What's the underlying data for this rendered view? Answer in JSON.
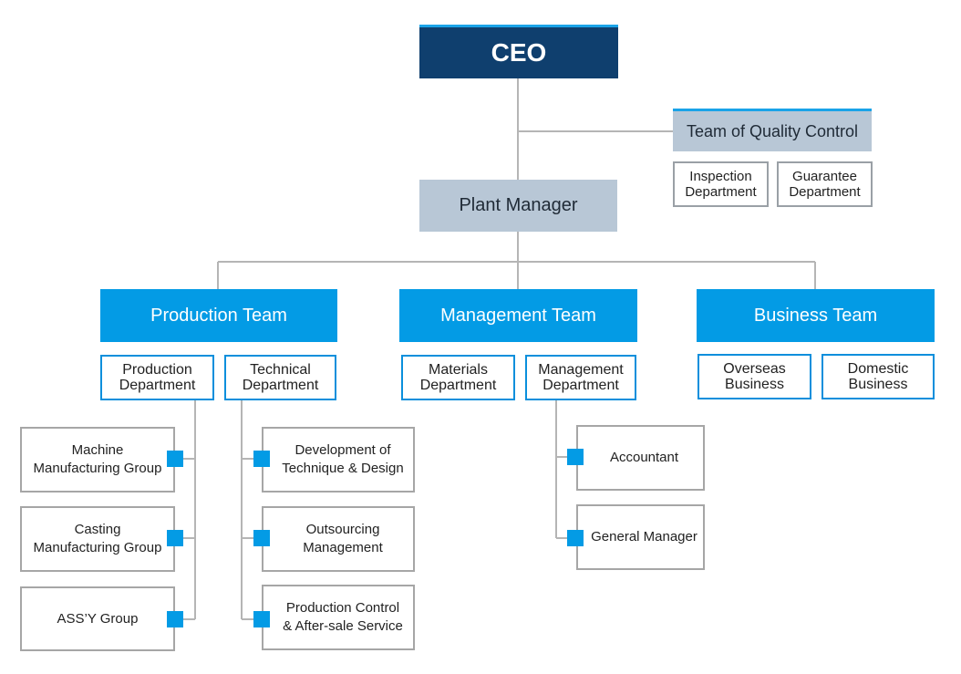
{
  "colors": {
    "ceo_bg": "#0f3f6e",
    "accent": "#039be5",
    "light_box": "#b8c7d6",
    "connector": "#b5b5b5"
  },
  "ceo": "CEO",
  "quality": {
    "title": "Team of Quality Control",
    "inspection": "Inspection\nDepartment",
    "guarantee": "Guarantee\nDepartment"
  },
  "plant_manager": "Plant Manager",
  "teams": {
    "production": {
      "title": "Production Team",
      "production_department": "Production\nDepartment",
      "technical_department": "Technical\nDepartment",
      "groups": {
        "machine": "Machine\nManufacturing Group",
        "casting": "Casting\nManufacturing Group",
        "assy": "ASS’Y Group"
      },
      "technical": {
        "development": "Development of\nTechnique & Design",
        "outsourcing": "Outsourcing\nManagement",
        "production_control": "Production Control\n& After-sale Service"
      }
    },
    "management": {
      "title": "Management Team",
      "materials_department": "Materials\nDepartment",
      "management_department": "Management\nDepartment",
      "roles": {
        "accountant": "Accountant",
        "general_manager": "General Manager"
      }
    },
    "business": {
      "title": "Business Team",
      "overseas": "Overseas\nBusiness",
      "domestic": "Domestic\nBusiness"
    }
  }
}
